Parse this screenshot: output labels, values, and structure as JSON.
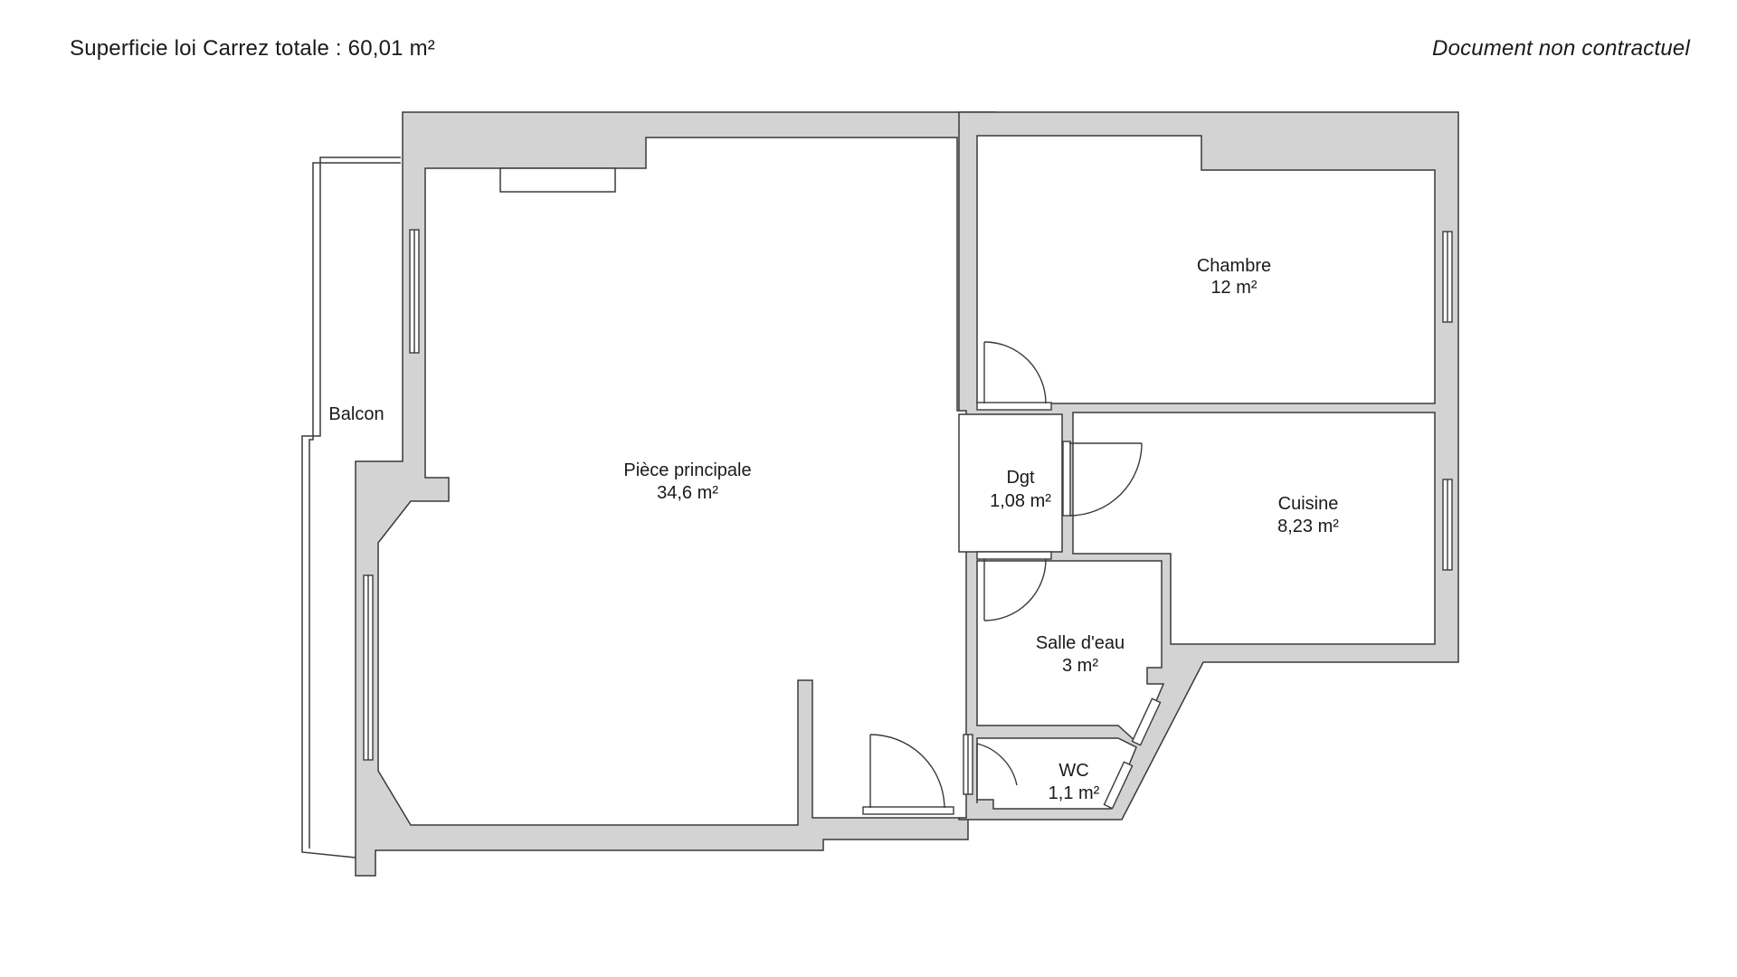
{
  "header": {
    "total_area": "Superficie loi Carrez totale :  60,01 m²",
    "disclaimer": "Document non contractuel"
  },
  "rooms": {
    "piece_principale": {
      "name": "Pièce principale",
      "area": "34,6 m²"
    },
    "chambre": {
      "name": "Chambre",
      "area": "12 m²"
    },
    "dgt": {
      "name": "Dgt",
      "area": "1,08 m²"
    },
    "cuisine": {
      "name": "Cuisine",
      "area": "8,23 m²"
    },
    "salle_deau": {
      "name": "Salle d'eau",
      "area": "3 m²"
    },
    "wc": {
      "name": "WC",
      "area": "1,1 m²"
    },
    "balcon": {
      "name": "Balcon"
    }
  },
  "colors": {
    "wall": "#d3d3d3",
    "line": "#3a3a3a",
    "text": "#1a1a1a"
  }
}
